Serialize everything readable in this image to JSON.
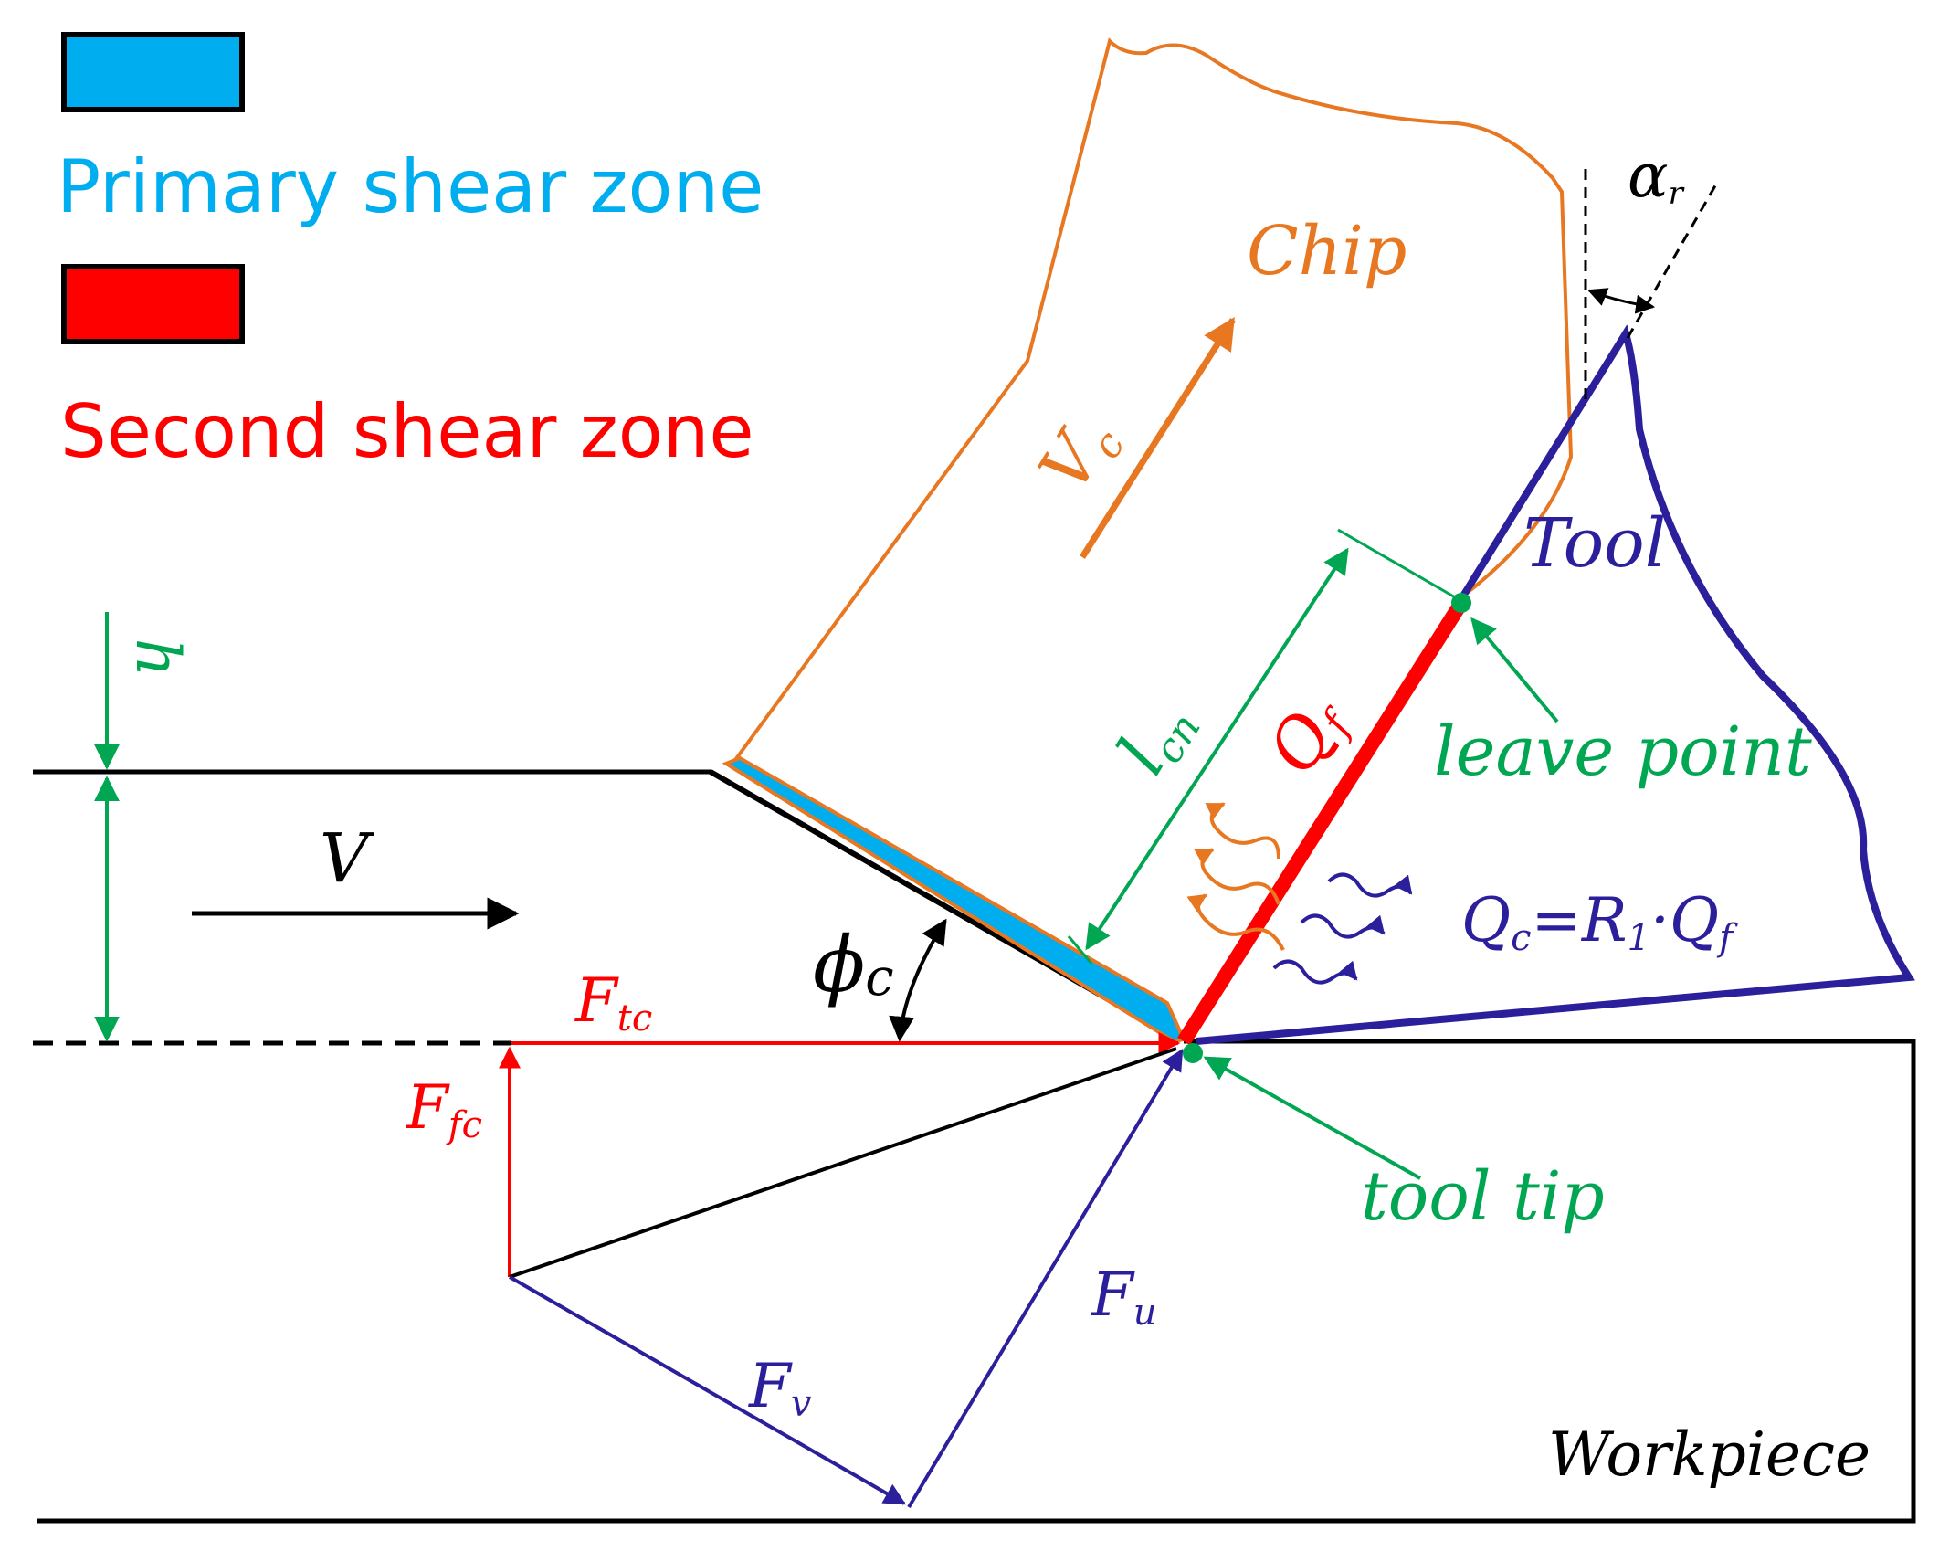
{
  "legend": {
    "primary": {
      "label": "Primary shear zone",
      "color": "#00AEEF"
    },
    "second": {
      "label": "Second shear zone",
      "color": "#FF0000"
    }
  },
  "labels": {
    "chip": "Chip",
    "tool": "Tool",
    "workpiece": "Workpiece",
    "leave_point": "leave point",
    "tool_tip": "tool tip",
    "V": "V",
    "Vc": {
      "base": "V",
      "sub": "c"
    },
    "h": "h",
    "phi_c": {
      "base": "ϕ",
      "sub": "c"
    },
    "alpha_r": {
      "base": "α",
      "sub": "r"
    },
    "l_cn": {
      "base": "l",
      "sub": "cn"
    },
    "Qf": {
      "base": "Q",
      "sub": "f"
    },
    "Qc": {
      "q": "Q",
      "qsub": "c",
      "eq": "=",
      "r": "R",
      "rsub": "1",
      "dot": "·",
      "q2": "Q",
      "q2sub": "f"
    },
    "Ftc": {
      "base": "F",
      "sub": "tc"
    },
    "Ffc": {
      "base": "F",
      "sub": "fc"
    },
    "Fv": {
      "base": "F",
      "sub": "v"
    },
    "Fu": {
      "base": "F",
      "sub": "u"
    }
  },
  "colors": {
    "chip": "#E87722",
    "tool": "#2B1F9C",
    "green": "#00A651",
    "red": "#FF0000",
    "blue_zone": "#00AEEF",
    "black": "#000000"
  }
}
